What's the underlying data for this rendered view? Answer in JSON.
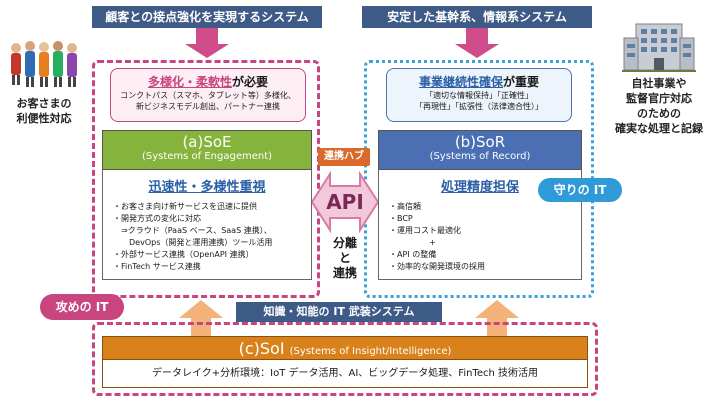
{
  "top_left_banner": "顧客との接点強化を実現するシステム",
  "top_right_banner": "安定した基幹系、情報系システム",
  "left_side_text": [
    "お客さまの",
    "利便性対応"
  ],
  "right_side_text": [
    "自社事業や",
    "監督官庁対応",
    "のための",
    "確実な処理と記録"
  ],
  "soe_req": {
    "highlight": "多様化・柔軟性",
    "suffix": "が必要",
    "line1": "コンクトパス（スマホ、タブレット等）多様化、",
    "line2": "新ビジネスモデル創出、パートナー連携"
  },
  "sor_req": {
    "highlight": "事業継続性確保",
    "suffix": "が重要",
    "line1": "「適切な情報保持」「正確性」",
    "line2": "「再現性」「拡張性（法律適合性）」"
  },
  "soe": {
    "title": "(a)SoE",
    "subtitle": "(Systems of Engagement)",
    "body_title": "迅速性・多様性重視",
    "bullets": [
      "・お客さま向け新サービスを迅速に提供",
      "・開発方式の変化に対応",
      "　⇒クラウド（PaaS ベース、SaaS 連携）、",
      "　　DevOps（開発と運用連携）ツール活用",
      "・外部サービス連携（OpenAPI 連携）",
      "・FinTech サービス連携"
    ]
  },
  "sor": {
    "title": "(b)SoR",
    "subtitle": "(Systems of Record)",
    "body_title": "処理精度担保",
    "bullets": [
      "・高信頼",
      "・BCP",
      "・運用コスト最適化",
      "　　　　　+",
      "・API の整備",
      "・効率的な開発環境の採用"
    ]
  },
  "hub_label": "連携ハブ",
  "api_label": "API",
  "separation_label": [
    "分離",
    "と",
    "連携"
  ],
  "attack_it": "攻めの IT",
  "defense_it": "守りの IT",
  "soi_banner": "知識・知能の IT 武装システム",
  "soi": {
    "title": "(c)SoI",
    "subtitle": "(Systems of Insight/Intelligence)",
    "desc": "データレイク+分析環境：IoT データ活用、AI、ビッグデータ処理、FinTech 技術活用"
  },
  "colors": {
    "banner": "#3e5a86",
    "pink": "#c8457f",
    "soe_green": "#86b33b",
    "sor_blue": "#4a6fb3",
    "soi_orange": "#d9821c",
    "defense_blue": "#2f9ad8"
  }
}
